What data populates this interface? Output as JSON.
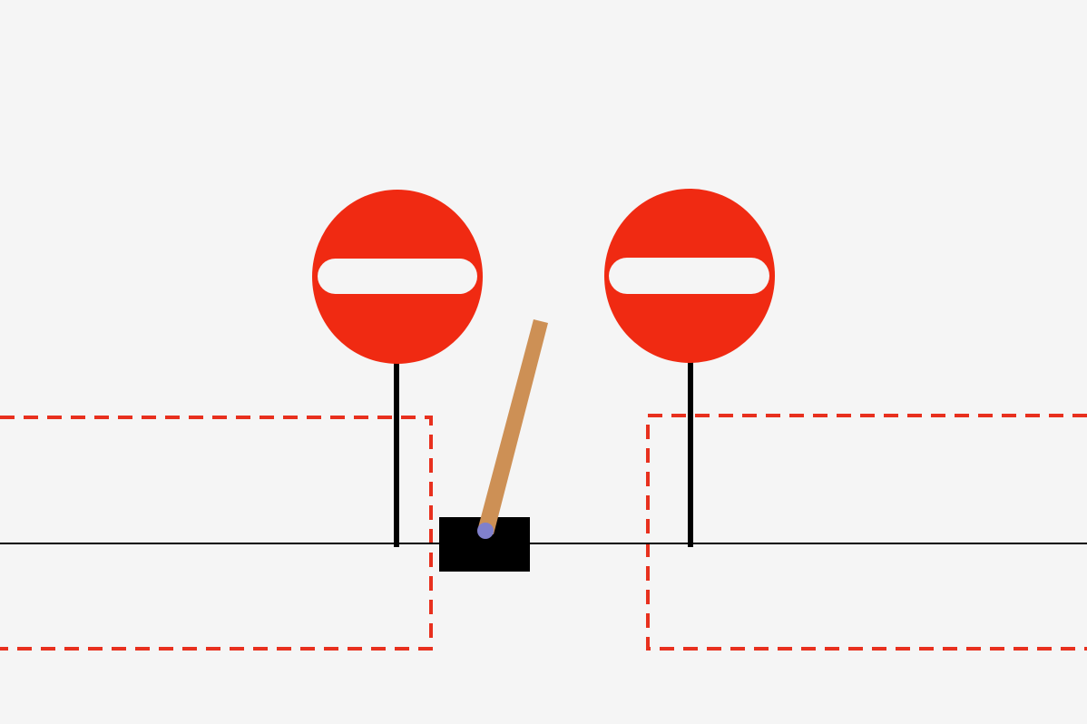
{
  "environment": {
    "name": "cartpole",
    "background_color": "#f5f5f5",
    "track_color": "#000000"
  },
  "cart": {
    "color": "#000000"
  },
  "pole": {
    "color": "#cd9055",
    "tilt_direction": "right",
    "tilt_degrees": 15
  },
  "axle": {
    "color": "#8080cc"
  },
  "hazard_zones": {
    "border_color": "#e8301e",
    "border_style": "dashed",
    "items": [
      {
        "side": "left"
      },
      {
        "side": "right"
      }
    ]
  },
  "no_entry_signs": {
    "sign_color": "#f02a12",
    "bar_color": "#f5f5f5",
    "post_color": "#000000",
    "items": [
      {
        "icon": "no-entry-sign-icon",
        "side": "left"
      },
      {
        "icon": "no-entry-sign-icon",
        "side": "right"
      }
    ]
  }
}
